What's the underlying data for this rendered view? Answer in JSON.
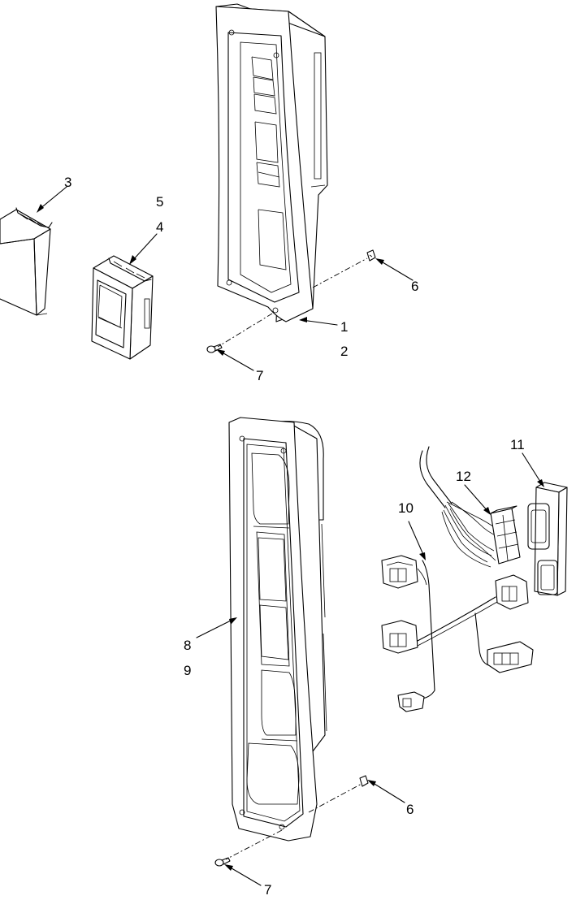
{
  "callouts": {
    "c1": "1",
    "c2": "2",
    "c3": "3",
    "c4": "4",
    "c5": "5",
    "c6_top": "6",
    "c7_top": "7",
    "c8": "8",
    "c9": "9",
    "c10": "10",
    "c11": "11",
    "c12": "12",
    "c6_bottom": "6",
    "c7_bottom": "7"
  }
}
